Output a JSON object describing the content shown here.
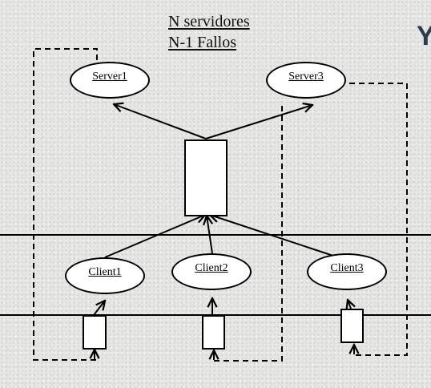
{
  "title": {
    "line1": "N servidores",
    "line2": "N-1 Fallos"
  },
  "servers": [
    {
      "label": "Server1"
    },
    {
      "label": "Server3"
    }
  ],
  "clients": [
    {
      "label": "Client1"
    },
    {
      "label": "Client2"
    },
    {
      "label": "Client3"
    }
  ],
  "corner_glyph": "Y",
  "colors": {
    "background": "#e6e6e4",
    "stroke": "#000000",
    "fill": "#ffffff",
    "corner_glyph": "#2e3a4e"
  }
}
